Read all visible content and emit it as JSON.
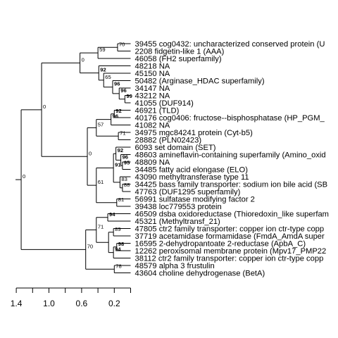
{
  "tree": {
    "leaves": [
      {
        "id": "L0",
        "label": "39455 cog0432: uncharacterized conserved protein (U"
      },
      {
        "id": "L1",
        "label": "2208 fidgetin-like 1 (AAA)"
      },
      {
        "id": "L2",
        "label": "46058 (FH2 superfamily)"
      },
      {
        "id": "L3",
        "label": "48218 NA"
      },
      {
        "id": "L4",
        "label": "45150 NA"
      },
      {
        "id": "L5",
        "label": "50482 (Arginase_HDAC superfamily)"
      },
      {
        "id": "L6",
        "label": "34147 NA"
      },
      {
        "id": "L7",
        "label": "43212 NA"
      },
      {
        "id": "L8",
        "label": "41055 (DUF914)"
      },
      {
        "id": "L9",
        "label": "46921 (TLD)"
      },
      {
        "id": "L10",
        "label": "40176 cog0406: fructose--bisphosphatase (HP_PGM_"
      },
      {
        "id": "L11",
        "label": "41082 NA"
      },
      {
        "id": "L12",
        "label": "34975 mgc84241 protein (Cyt-b5)"
      },
      {
        "id": "L13",
        "label": "28882 (PLN02423)"
      },
      {
        "id": "L14",
        "label": "6093 set domain (SET)"
      },
      {
        "id": "L15",
        "label": "48603 amineflavin-containing superfamily (Amino_oxid"
      },
      {
        "id": "L16",
        "label": "48809 NA"
      },
      {
        "id": "L17",
        "label": "34485 fatty acid elongase (ELO)"
      },
      {
        "id": "L18",
        "label": "43090 methyltransferase type 11"
      },
      {
        "id": "L19",
        "label": "34425 bass family transporter: sodium ion bile acid (SB"
      },
      {
        "id": "L20",
        "label": "47763 (DUF1295 superfamily)"
      },
      {
        "id": "L21",
        "label": "56991 sulfatase modifying factor 2"
      },
      {
        "id": "L22",
        "label": "39438 loc779553 protein"
      },
      {
        "id": "L23",
        "label": "46509 dsba oxidoreductase (Thioredoxin_like superfam"
      },
      {
        "id": "L24",
        "label": "45321 (Methyltransf_21)"
      },
      {
        "id": "L25",
        "label": "47805 ctr2 family transporter: copper ion ctr-type copp"
      },
      {
        "id": "L26",
        "label": "37719 acetamidase formamidase (FmdA_AmdA super"
      },
      {
        "id": "L27",
        "label": "16595 2-dehydropantoate 2-reductase (ApbA_C)"
      },
      {
        "id": "L28",
        "label": "12262 peroxisomal membrane protein (Mpv17_PMP22"
      },
      {
        "id": "L29",
        "label": "38112 ctr2 family transporter: copper ion ctr-type copp"
      },
      {
        "id": "L30",
        "label": "48579 alpha 3 frustulin"
      },
      {
        "id": "L31",
        "label": "43604 choline dehydrogenase (BetA)"
      }
    ],
    "nodes": [
      {
        "id": "n_L0L1",
        "children": [
          "L0",
          "L1"
        ],
        "height": 0.16,
        "support": "70",
        "bold": false
      },
      {
        "id": "n_top3",
        "children": [
          "n_L0L1",
          "L2"
        ],
        "height": 0.4,
        "support": "59",
        "bold": false
      },
      {
        "id": "n_L7L8",
        "children": [
          "L7",
          "L8"
        ],
        "height": 0.07,
        "support": "99",
        "bold": true
      },
      {
        "id": "n_L6a",
        "children": [
          "L6",
          "n_L7L8"
        ],
        "height": 0.14,
        "support": "96",
        "bold": true
      },
      {
        "id": "n_L5a",
        "children": [
          "L5",
          "n_L6a"
        ],
        "height": 0.22,
        "support": "96",
        "bold": true
      },
      {
        "id": "n_L4a",
        "children": [
          "L4",
          "n_L5a"
        ],
        "height": 0.33,
        "support": "65",
        "bold": false
      },
      {
        "id": "n_L3a",
        "children": [
          "L3",
          "n_L4a"
        ],
        "height": 0.39,
        "support": "92",
        "bold": true
      },
      {
        "id": "n_topA",
        "children": [
          "n_top3",
          "n_L3a"
        ],
        "height": 0.62,
        "support": "0",
        "bold": false
      },
      {
        "id": "n_L9L10",
        "children": [
          "L9",
          "L10"
        ],
        "height": 0.2,
        "support": "92",
        "bold": true
      },
      {
        "id": "n_L9a",
        "children": [
          "n_L9L10",
          "L11"
        ],
        "height": 0.24,
        "support": "96",
        "bold": true
      },
      {
        "id": "n_L12L13",
        "children": [
          "L12",
          "L13"
        ],
        "height": 0.15,
        "support": "71",
        "bold": false
      },
      {
        "id": "n_midA",
        "children": [
          "n_L9a",
          "n_L12L13"
        ],
        "height": 0.42,
        "support": "57",
        "bold": false
      },
      {
        "id": "n_L16L17",
        "children": [
          "L16",
          "L17"
        ],
        "height": 0.1,
        "support": "95",
        "bold": true
      },
      {
        "id": "n_L15a",
        "children": [
          "L15",
          "n_L16L17"
        ],
        "height": 0.12,
        "support": "96",
        "bold": true
      },
      {
        "id": "n_L14a",
        "children": [
          "L14",
          "n_L15a"
        ],
        "height": 0.18,
        "support": "92",
        "bold": true
      },
      {
        "id": "n_L19L20",
        "children": [
          "L19",
          "L20"
        ],
        "height": 0.1,
        "support": "88",
        "bold": false
      },
      {
        "id": "n_L18a",
        "children": [
          "L18",
          "n_L19L20"
        ],
        "height": 0.13,
        "support": "83",
        "bold": false
      },
      {
        "id": "n_L14b",
        "children": [
          "n_L14a",
          "n_L18a"
        ],
        "height": 0.21,
        "support": "91",
        "bold": true
      },
      {
        "id": "n_L21L22",
        "children": [
          "L21",
          "L22"
        ],
        "height": 0.17,
        "support": "81",
        "bold": false
      },
      {
        "id": "n_midB",
        "children": [
          "n_L14b",
          "n_L21L22"
        ],
        "height": 0.42,
        "support": "61",
        "bold": false
      },
      {
        "id": "n_mid",
        "children": [
          "n_midA",
          "n_midB"
        ],
        "height": 0.53,
        "support": "0",
        "bold": false
      },
      {
        "id": "n_upper",
        "children": [
          "n_topA",
          "n_mid"
        ],
        "height": 1.09,
        "support": "0",
        "bold": false
      },
      {
        "id": "n_L23L24",
        "children": [
          "L23",
          "L24"
        ],
        "height": 0.28,
        "support": "94",
        "bold": true
      },
      {
        "id": "n_L25L26",
        "children": [
          "L25",
          "L26"
        ],
        "height": 0.21,
        "support": "89",
        "bold": false
      },
      {
        "id": "n_L27L28",
        "children": [
          "L27",
          "L28"
        ],
        "height": 0.17,
        "support": "98",
        "bold": true
      },
      {
        "id": "n_L27a",
        "children": [
          "n_L27L28",
          "L29"
        ],
        "height": 0.21,
        "support": "94",
        "bold": true
      },
      {
        "id": "n_L25a",
        "children": [
          "n_L25L26",
          "n_L27a"
        ],
        "height": 0.27,
        "support": "",
        "bold": false
      },
      {
        "id": "n_botA",
        "children": [
          "n_L23L24",
          "n_L25a"
        ],
        "height": 0.42,
        "support": "71",
        "bold": false
      },
      {
        "id": "n_L30L31",
        "children": [
          "L30",
          "L31"
        ],
        "height": 0.2,
        "support": "78",
        "bold": false
      },
      {
        "id": "n_lower",
        "children": [
          "n_botA",
          "n_L30L31"
        ],
        "height": 0.55,
        "support": "70",
        "bold": false
      },
      {
        "id": "n_root",
        "children": [
          "n_upper",
          "n_lower"
        ],
        "height": 1.34,
        "support": "0",
        "bold": false
      }
    ]
  },
  "axis": {
    "ticks": [
      1.4,
      1.2,
      1.0,
      0.8,
      0.6,
      0.4,
      0.2,
      0.0
    ],
    "tick_labels": [
      {
        "value": 1.4,
        "label": "1.4"
      },
      {
        "value": 1.0,
        "label": "1.0"
      },
      {
        "value": 0.6,
        "label": "0.6"
      },
      {
        "value": 0.2,
        "label": "0.2"
      }
    ]
  }
}
